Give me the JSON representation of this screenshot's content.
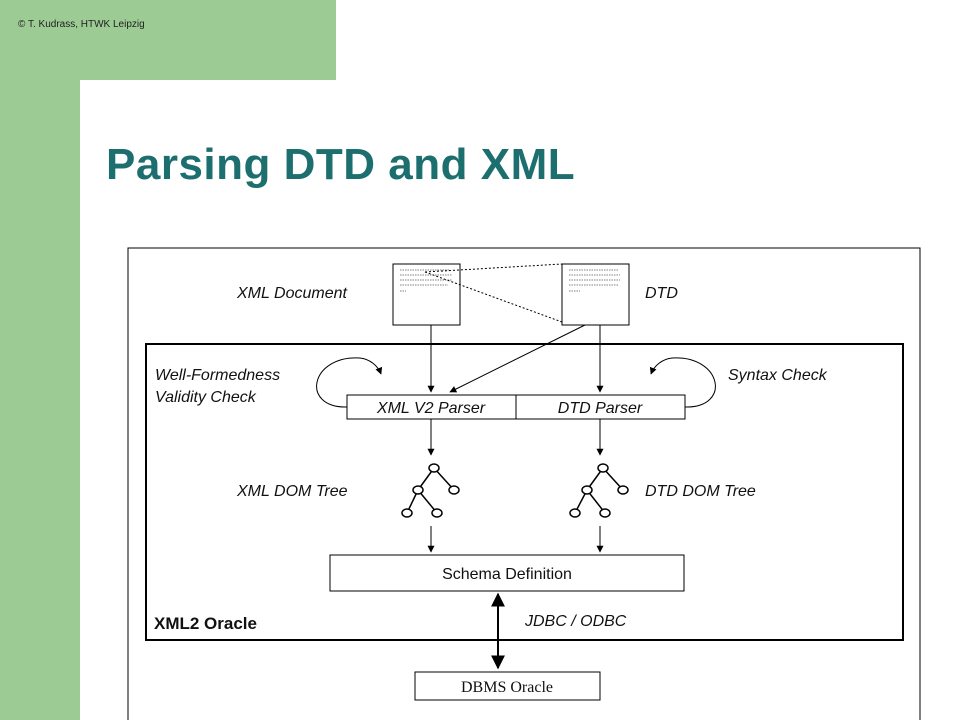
{
  "header": {
    "copyright": "©  T. Kudrass, HTWK  Leipzig",
    "title": "Parsing DTD and XML"
  },
  "diagram": {
    "xml_document": "XML Document",
    "dtd": "DTD",
    "well_formedness": "Well-Formedness",
    "validity_check": "Validity Check",
    "syntax_check": "Syntax Check",
    "xml_parser": "XML V2 Parser",
    "dtd_parser": "DTD Parser",
    "xml_dom_tree": "XML DOM Tree",
    "dtd_dom_tree": "DTD DOM Tree",
    "schema_definition": "Schema Definition",
    "xml2_oracle": "XML2 Oracle",
    "jdbc_odbc": "JDBC / ODBC",
    "dbms_oracle": "DBMS  Oracle"
  },
  "colors": {
    "sidebar_green": "#9ccc94",
    "title_teal": "#1d6f6f"
  }
}
